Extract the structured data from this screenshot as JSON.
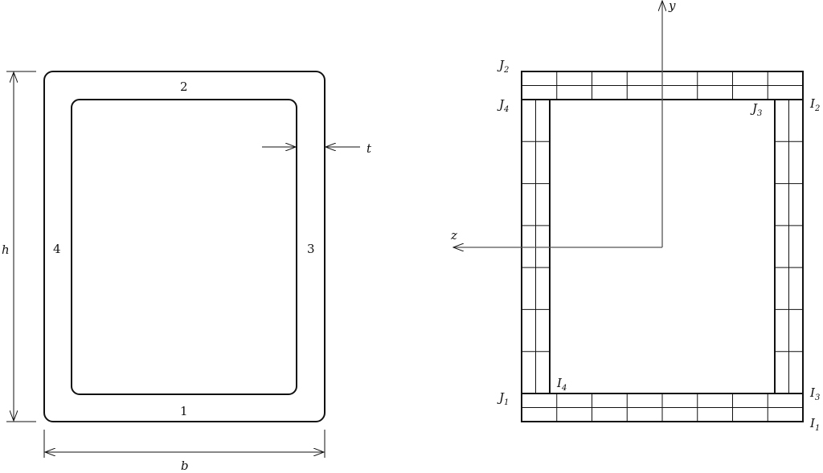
{
  "left_figure": {
    "dim_h": "h",
    "dim_b": "b",
    "dim_t": "t",
    "walls": [
      "1",
      "2",
      "3",
      "4"
    ]
  },
  "right_figure": {
    "axis_y": "y",
    "axis_z": "z",
    "points": [
      {
        "letter": "J",
        "sub": "2"
      },
      {
        "letter": "J",
        "sub": "4"
      },
      {
        "letter": "J",
        "sub": "3"
      },
      {
        "letter": "I",
        "sub": "2"
      },
      {
        "letter": "J",
        "sub": "1"
      },
      {
        "letter": "I",
        "sub": "4"
      },
      {
        "letter": "I",
        "sub": "3"
      },
      {
        "letter": "I",
        "sub": "1"
      }
    ],
    "flange_columns": 8,
    "flange_rows": 2,
    "web_rows": 7,
    "web_columns": 2
  }
}
